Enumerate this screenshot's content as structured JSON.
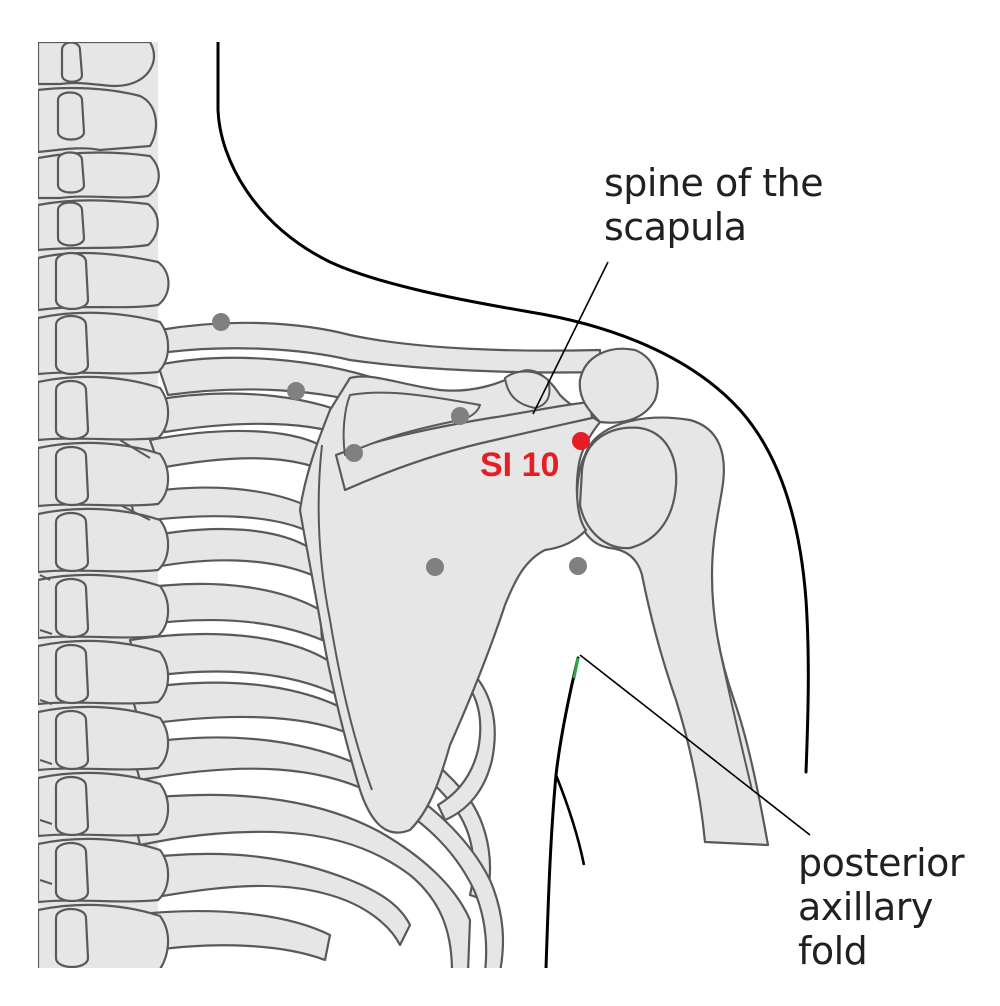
{
  "labels": {
    "spine_line1": "spine of the",
    "spine_line2": "scapula",
    "axillary_line1": "posterior",
    "axillary_line2": "axillary",
    "axillary_line3": "fold"
  },
  "acupoint": {
    "name": "SI 10",
    "color": "#e31e24"
  },
  "colors": {
    "bone_fill": "#e6e6e7",
    "bone_stroke": "#58595b",
    "body_outline": "#000000",
    "marker_grey": "#808080",
    "leader_green": "#2aa84a"
  }
}
